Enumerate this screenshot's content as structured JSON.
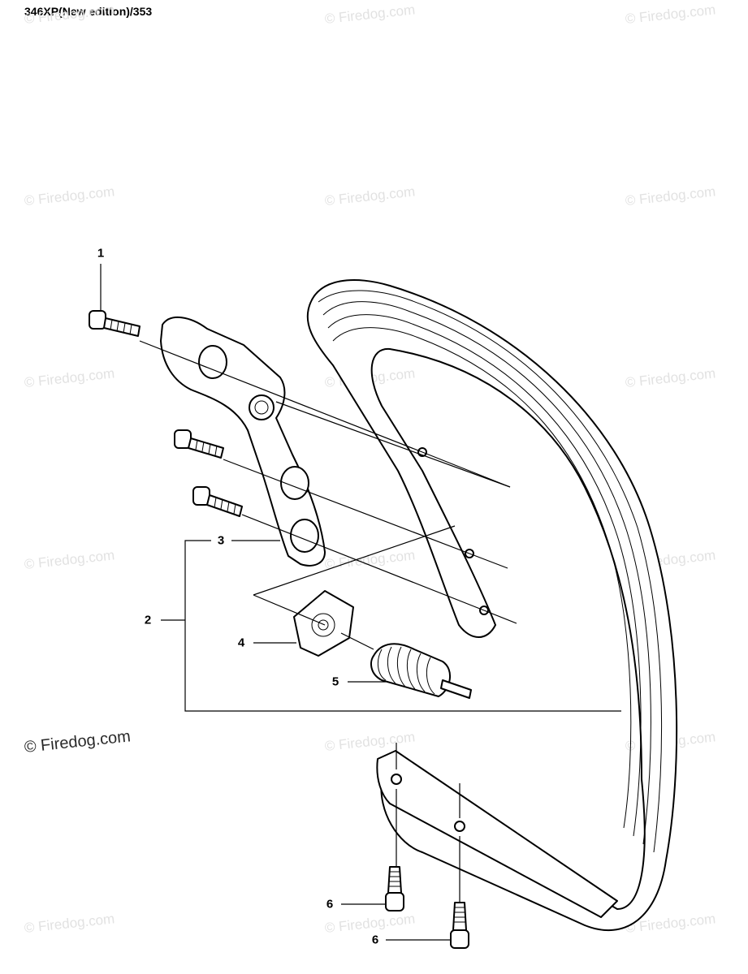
{
  "header": {
    "title": "346XP(New edition)/353"
  },
  "callouts": [
    {
      "id": "1",
      "label": "1"
    },
    {
      "id": "2",
      "label": "2"
    },
    {
      "id": "3",
      "label": "3"
    },
    {
      "id": "4",
      "label": "4"
    },
    {
      "id": "5",
      "label": "5"
    },
    {
      "id": "6a",
      "label": "6"
    },
    {
      "id": "6b",
      "label": "6"
    }
  ],
  "watermark": {
    "text": "© Firedog.com"
  }
}
